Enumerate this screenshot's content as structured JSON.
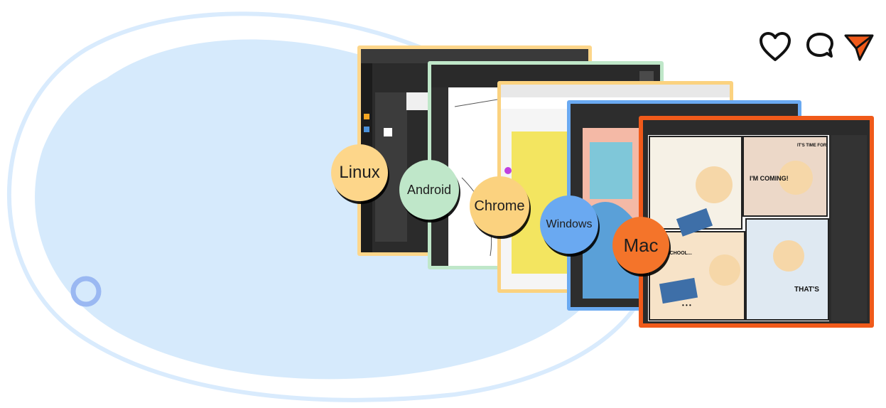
{
  "platforms": [
    {
      "label": "Linux",
      "color": "#fdd68a"
    },
    {
      "label": "Android",
      "color": "#bfe7c9"
    },
    {
      "label": "Chrome",
      "color": "#fbd27f"
    },
    {
      "label": "Windows",
      "color": "#6aa9f1"
    },
    {
      "label": "Mac",
      "color": "#f4742a"
    }
  ],
  "comic_text": {
    "im_coming": "I'M COMING!",
    "its_time": "IT'S TIME FOR",
    "thats": "THAT'S",
    "school": "SCHOOL...",
    "dots": "• • •"
  },
  "social_icons": [
    "heart-icon",
    "comment-icon",
    "send-icon"
  ],
  "colors": {
    "blob": "#d6eafc",
    "blob_outline": "#cfe6fb",
    "ring": "#9ab8f2",
    "accent": "#f05a1a"
  }
}
